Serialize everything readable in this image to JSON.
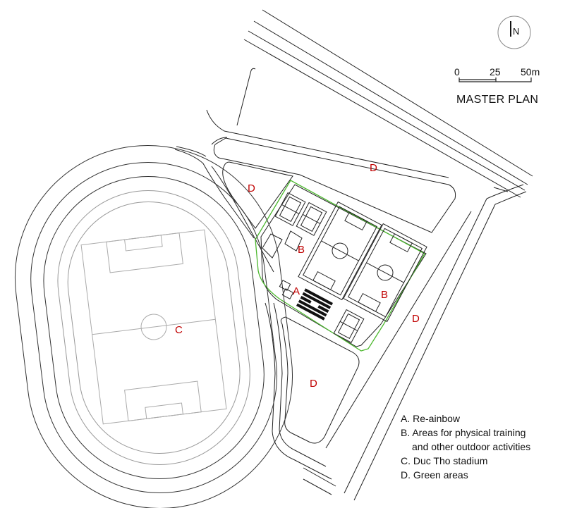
{
  "title": "MASTER PLAN",
  "north": {
    "letter": "N",
    "icon": "north-arrow-icon"
  },
  "scale": {
    "ticks": [
      "0",
      "25",
      "50m"
    ]
  },
  "zones": {
    "a": "A",
    "b1": "B",
    "b2": "B",
    "c": "C",
    "d1": "D",
    "d2": "D",
    "d3": "D",
    "d4": "D"
  },
  "legend": {
    "a": "A. Re-ainbow",
    "b_line1": "B. Areas for physical training",
    "b_line2": "and other outdoor activities",
    "c": "C. Duc Tho stadium",
    "d": "D. Green areas"
  },
  "colors": {
    "line": "#222222",
    "boundary": "#4cb82e",
    "label": "#c00000"
  }
}
